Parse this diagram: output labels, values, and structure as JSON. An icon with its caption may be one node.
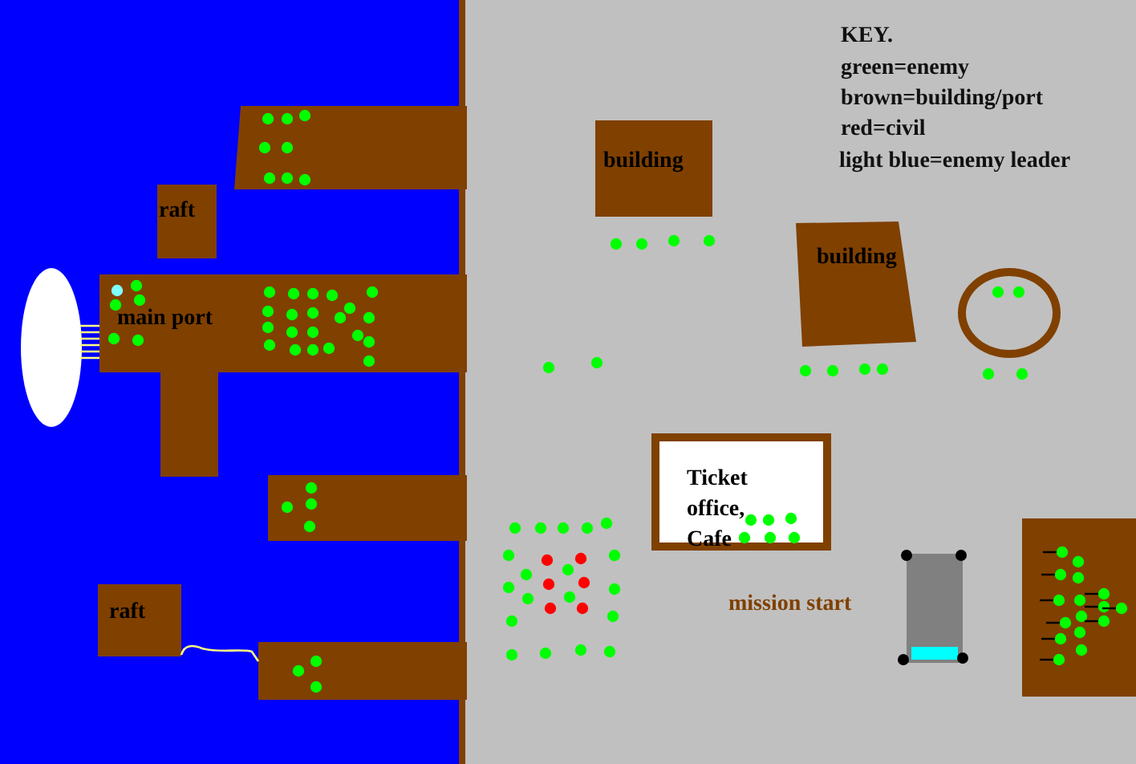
{
  "diagram": {
    "nodes": [
      {
        "text": [],
        "shape": "box"
      },
      {
        "text": [
          "building"
        ]
      },
      {
        "text": [
          "raft"
        ]
      },
      {
        "text": [
          "building"
        ]
      },
      {
        "text": [],
        "shape": "circle"
      },
      {
        "text": [],
        "shape": "ellipse"
      },
      {
        "text": [
          "main port"
        ]
      },
      {
        "text": [
          "Ticket office, Cafe"
        ]
      },
      {
        "text": [],
        "shape": "box"
      },
      {
        "text": [],
        "shape": "box"
      },
      {
        "text": [
          "raft"
        ]
      },
      {
        "text": [],
        "shape": "box"
      },
      {
        "text": [],
        "shape": "box"
      }
    ],
    "edges": [
      {
        "from": 5,
        "to": 6,
        "arrow": "none"
      },
      {
        "from": 10,
        "to": 11,
        "arrow": "none"
      }
    ],
    "labels": [
      "KEY.",
      "green=enemy",
      "brown=building/port",
      "red=civil",
      "light blue=enemy leader",
      "mission start"
    ]
  }
}
